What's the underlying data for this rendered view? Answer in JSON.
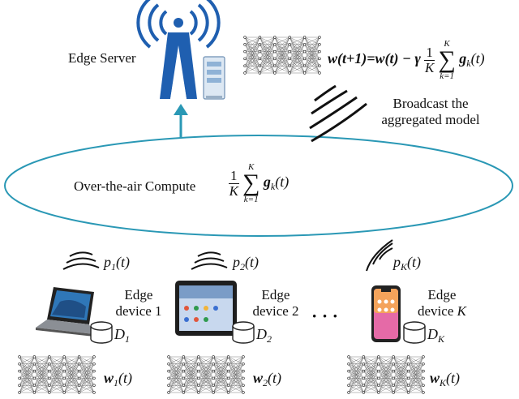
{
  "server_label": "Edge Server",
  "broadcast_label_line1": "Broadcast the",
  "broadcast_label_line2": "aggregated model",
  "ota_label": "Over-the-air Compute",
  "update_rule": {
    "lhs": "w(t+1)=w(t) − γ",
    "frac_num": "1",
    "frac_den": "K",
    "sum_upper": "K",
    "sum_lower": "k=1",
    "term": "g",
    "term_sub": "k",
    "term_arg": "(t)"
  },
  "ota_expr": {
    "frac_num": "1",
    "frac_den": "K",
    "sum_upper": "K",
    "sum_lower": "k=1",
    "term": "g",
    "term_sub": "k",
    "term_arg": "(t)"
  },
  "ellipsis": "· · ·",
  "devices": [
    {
      "edge_word": "Edge",
      "name_word": "device",
      "index": "1",
      "power": "p",
      "power_sub": "1",
      "power_arg": "(t)",
      "data": "D",
      "data_sub": "1",
      "model": "w",
      "model_sub": "1",
      "model_arg": "(t)",
      "kind": "laptop"
    },
    {
      "edge_word": "Edge",
      "name_word": "device",
      "index": "2",
      "power": "p",
      "power_sub": "2",
      "power_arg": "(t)",
      "data": "D",
      "data_sub": "2",
      "model": "w",
      "model_sub": "2",
      "model_arg": "(t)",
      "kind": "tablet"
    },
    {
      "edge_word": "Edge",
      "name_word": "device",
      "index": "K",
      "power": "p",
      "power_sub": "K",
      "power_arg": "(t)",
      "data": "D",
      "data_sub": "K",
      "model": "w",
      "model_sub": "K",
      "model_arg": "(t)",
      "kind": "phone"
    }
  ],
  "colors": {
    "accent": "#2a98b5",
    "tower": "#1f5fb0",
    "server_body": "#d8e6f4",
    "net_line": "#444444"
  }
}
